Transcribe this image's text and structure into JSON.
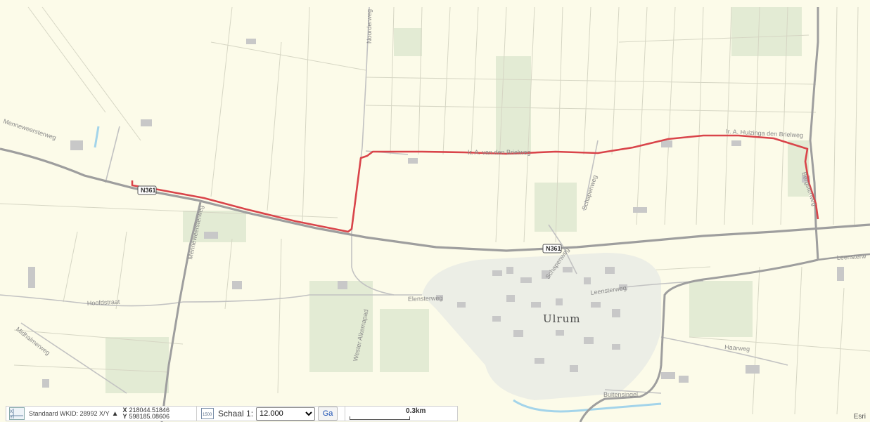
{
  "map": {
    "road_labels": {
      "menneweersterweg_west": "Menneweersterweg",
      "noorderweg": "Noorderweg",
      "route_mid": "Ir. A. van den Brielweg",
      "route_east": "Ir. A. Huizinga den Brielweg",
      "schapenweg_north": "Schapenweg",
      "schapenweg_town": "Schapenweg",
      "menneweersterweg_south": "Menneweersterweg",
      "hoofdstraat": "Hoofdstraat",
      "elensterweg": "Elensterweg",
      "leensterweg_town": "Leensterweg",
      "leensterweg_east": "Leensterw",
      "wester_alkemapad": "Wester Alkemapad",
      "midhalmerweg": "Midhalmerweg",
      "haarweg": "Haarweg",
      "buitensingel": "Buitensingel",
      "east_vertical": "Bergsterweg"
    },
    "town_label": "Ulrum",
    "shields": {
      "n361_west": "N361",
      "n361_mid": "N361"
    },
    "colors": {
      "background": "#fcfbe9",
      "route": "#d9444a",
      "main_road": "#9c9c9c",
      "field_line": "#d8d8c8",
      "water": "#9fd3ea",
      "green": "#dfe8cf"
    }
  },
  "toolbar": {
    "crs_icon": "crs-xy-icon",
    "crs_label": "Standaard WKID: 28992 X/Y",
    "crs_toggle": "▲",
    "x_label": "X",
    "x_value": "218044.51846",
    "y_label": "Y",
    "y_value": "598185.08606",
    "scale_icon": "scale-1500-icon",
    "scale_icon_text": "1500",
    "schaal_label": "Schaal 1:",
    "schaal_value": "12.000",
    "ga_label": "Ga",
    "scalebar_label": "0.3km"
  },
  "attribution": "Esri"
}
